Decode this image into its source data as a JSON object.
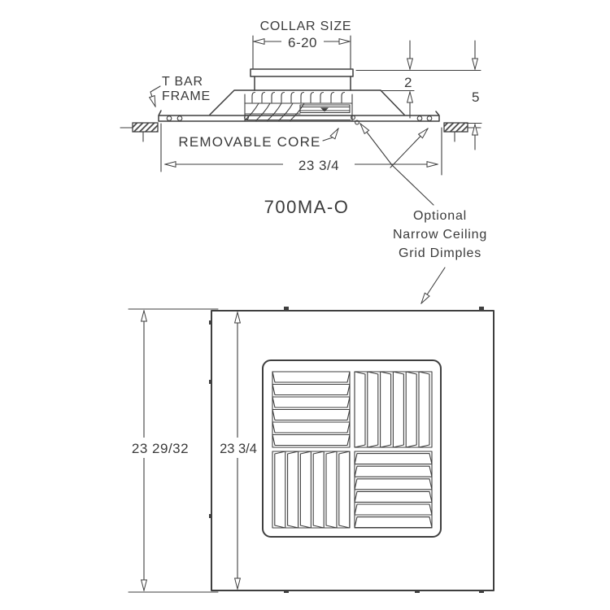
{
  "section": {
    "collar_size_label": "COLLAR SIZE",
    "collar_range": "6-20",
    "dim_collar_above": "2",
    "dim_overall_depth": "5",
    "t_bar_frame": [
      "T BAR",
      "FRAME"
    ],
    "removable_core_label": "REMOVABLE CORE",
    "face_width": "23 3/4",
    "model": "700MA-O"
  },
  "annotation": {
    "lines": [
      "Optional",
      "Narrow Ceiling",
      "Grid Dimples"
    ]
  },
  "plan": {
    "overall_height": "23 29/32",
    "face_height": "23 3/4"
  },
  "colors": {
    "line": "#3f3f3f",
    "text": "#3a3a3a",
    "background": "#ffffff"
  }
}
